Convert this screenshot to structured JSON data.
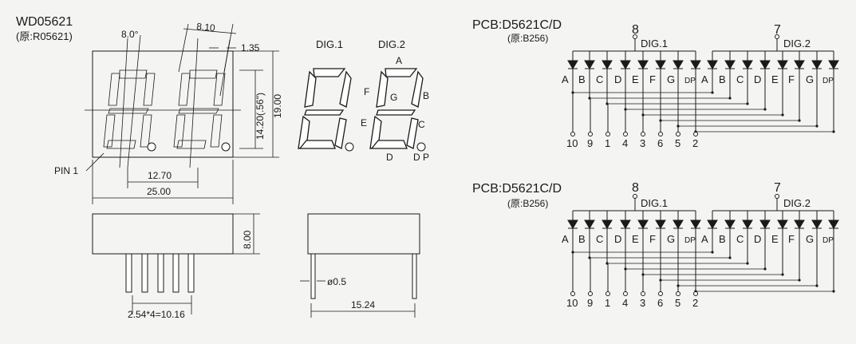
{
  "part_number": "WD05621",
  "alt_part": "(原:R05621)",
  "front_view": {
    "dim_slant": "8.0°",
    "dim_digit_width": "8.10",
    "dim_dp_offset": "1.35",
    "dim_digit_height": "14.20(.56\")",
    "dim_body_height": "19.00",
    "dim_pitch": "12.70",
    "dim_body_width": "25.00",
    "pin1_label": "PIN 1"
  },
  "segment_view": {
    "dig1": "DIG.1",
    "dig2": "DIG.2",
    "labels": {
      "A": "A",
      "B": "B",
      "C": "C",
      "D": "D",
      "E": "E",
      "F": "F",
      "G": "G",
      "DP": "D P"
    }
  },
  "side_view": {
    "dim_height": "8.00",
    "dim_pin_pitch": "2.54*4=10.16",
    "dim_pin_dia": "ø0.5",
    "dim_row_pitch": "15.24"
  },
  "schematics": [
    {
      "title": "PCB:D5621C/D",
      "alt": "(原:B256)",
      "com1": "8",
      "com2": "7",
      "dig1": "DIG.1",
      "dig2": "DIG.2",
      "segments": [
        "A",
        "B",
        "C",
        "D",
        "E",
        "F",
        "G",
        "DP",
        "A",
        "B",
        "C",
        "D",
        "E",
        "F",
        "G",
        "DP"
      ],
      "pins": [
        "10",
        "9",
        "1",
        "4",
        "3",
        "6",
        "5",
        "2"
      ]
    },
    {
      "title": "PCB:D5621C/D",
      "alt": "(原:B256)",
      "com1": "8",
      "com2": "7",
      "dig1": "DIG.1",
      "dig2": "DIG.2",
      "segments": [
        "A",
        "B",
        "C",
        "D",
        "E",
        "F",
        "G",
        "DP",
        "A",
        "B",
        "C",
        "D",
        "E",
        "F",
        "G",
        "DP"
      ],
      "pins": [
        "10",
        "9",
        "1",
        "4",
        "3",
        "6",
        "5",
        "2"
      ]
    }
  ]
}
